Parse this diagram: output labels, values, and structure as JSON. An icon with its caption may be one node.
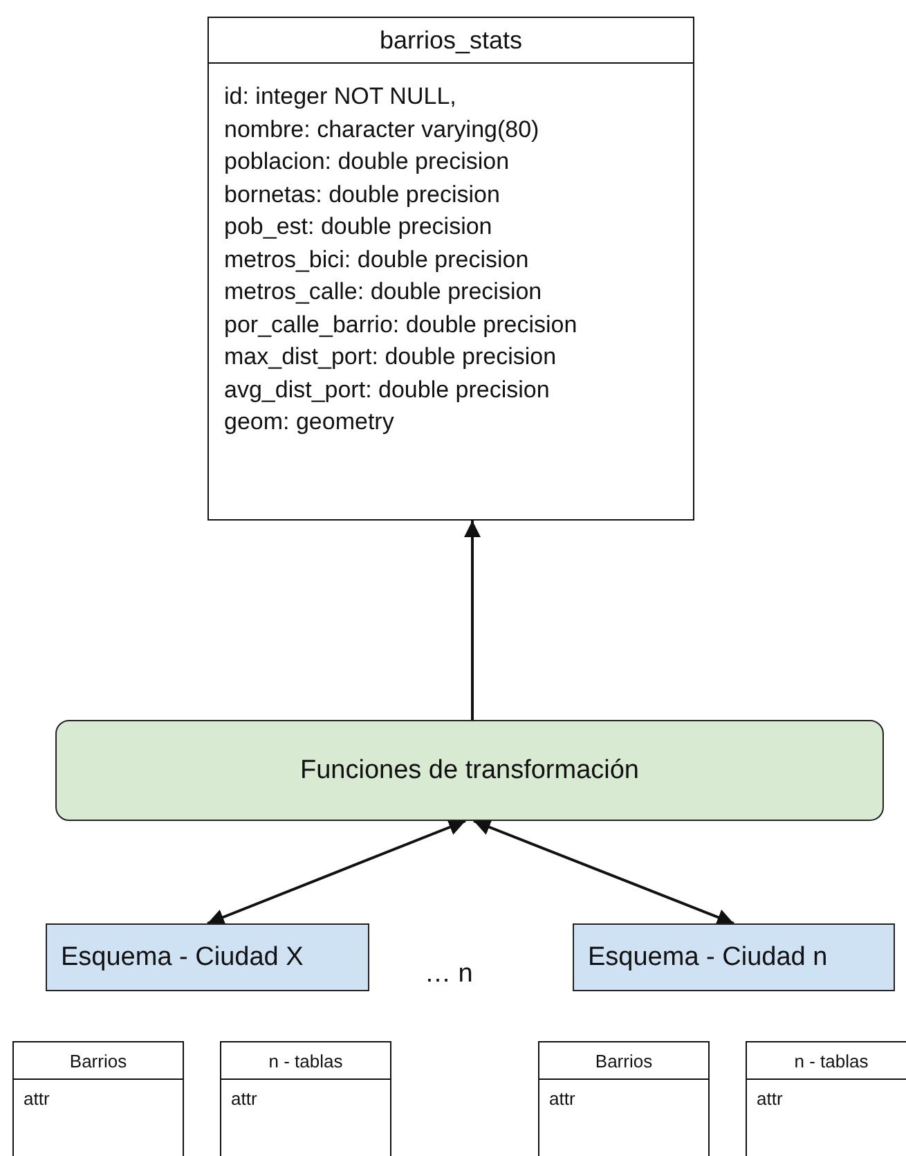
{
  "diagram": {
    "nodes": [
      {
        "text": [
          "barrios_stats",
          "id: integer NOT NULL,",
          "nombre: character varying(80)",
          "poblacion: double precision",
          "bornetas: double precision",
          "pob_est: double precision",
          "metros_bici: double precision",
          "metros_calle: double precision",
          "por_calle_barrio: double precision",
          "max_dist_port: double precision",
          "avg_dist_port: double precision",
          "geom: geometry"
        ]
      },
      {
        "text": [
          "Funciones de transformación"
        ]
      },
      {
        "text": [
          "Esquema - Ciudad X"
        ]
      },
      {
        "text": [
          "Esquema - Ciudad n"
        ]
      },
      {
        "text": [
          "Barrios",
          "attr"
        ]
      },
      {
        "text": [
          "n - tablas",
          "attr"
        ]
      },
      {
        "text": [
          "Barrios",
          "attr"
        ]
      },
      {
        "text": [
          "n - tablas",
          "attr"
        ]
      }
    ],
    "edges": [
      {
        "from": 1,
        "to": 0,
        "arrow": "to"
      },
      {
        "from": 1,
        "to": 2,
        "arrow": "both"
      },
      {
        "from": 1,
        "to": 3,
        "arrow": "both"
      }
    ],
    "labels": [
      "… n"
    ]
  }
}
